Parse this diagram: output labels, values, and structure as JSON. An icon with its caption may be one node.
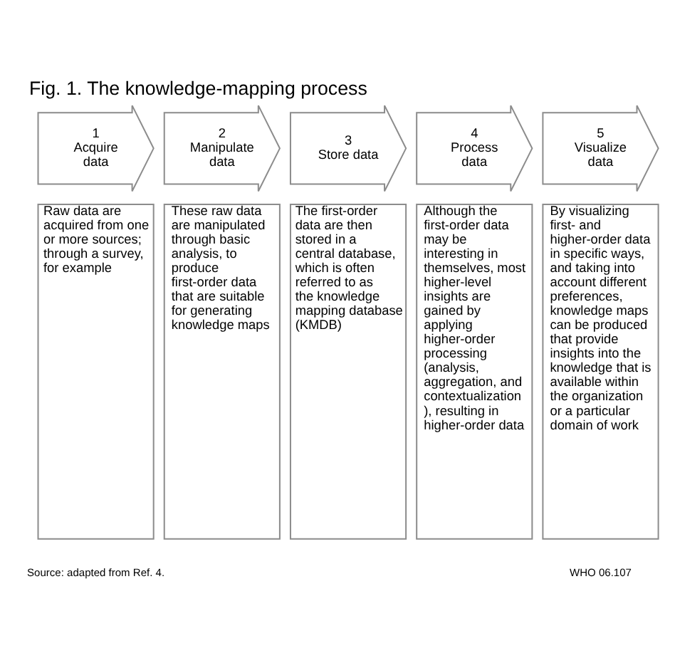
{
  "diagram": {
    "title": "Fig. 1. The knowledge-mapping process",
    "nodes": [
      {
        "text": [
          "1",
          "Acquire data"
        ]
      },
      {
        "text": [
          "2",
          "Manipulate data"
        ]
      },
      {
        "text": [
          "3",
          "Store data"
        ]
      },
      {
        "text": [
          "4",
          "Process data"
        ]
      },
      {
        "text": [
          "5",
          "Visualize data"
        ]
      },
      {
        "text": [
          "Raw data are acquired from one or more sources; through a survey, for example"
        ]
      },
      {
        "text": [
          "These raw data are manipulated through basic analysis, to produce first-order data that are suitable for generating knowledge maps"
        ]
      },
      {
        "text": [
          "The first-order data are then stored in a central database, which is often referred to as the knowledge mapping database (KMDB)"
        ]
      },
      {
        "text": [
          "Although the first-order data may be interesting in themselves, most higher-level insights are gained by applying higher-order processing (analysis, aggregation, and contextualization), resulting in higher-order data"
        ]
      },
      {
        "text": [
          "By visualizing first- and higher-order data in specific ways, and taking into account different preferences, knowledge maps can be produced that provide insights into the knowledge that is available within the organization or a particular domain of work"
        ]
      }
    ],
    "edges": [],
    "labels": [
      "Source: adapted from Ref. 4.",
      "WHO 06.107"
    ]
  }
}
